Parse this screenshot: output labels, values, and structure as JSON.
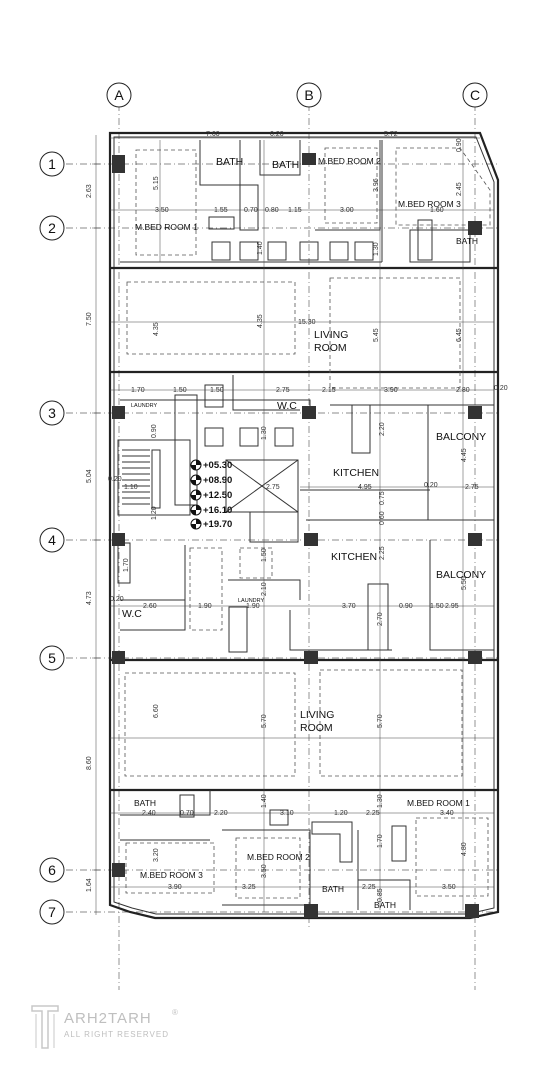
{
  "grid": {
    "columns": [
      "A",
      "B",
      "C"
    ],
    "rows": [
      "1",
      "2",
      "3",
      "4",
      "5",
      "6",
      "7"
    ]
  },
  "rooms": {
    "bath_1": "BATH",
    "bath_2": "BATH",
    "mbed2_top": "M.BED ROOM 2",
    "mbed3_top": "M.BED ROOM 3",
    "bath_3": "BATH",
    "mbed1_top": "M.BED ROOM 1",
    "living_top_1": "LIVING",
    "living_top_2": "ROOM",
    "laundry_top": "LAUNDRY",
    "wc_top": "W.C",
    "balcony_top": "BALCONY",
    "kitchen_top": "KITCHEN",
    "kitchen_bottom": "KITCHEN",
    "balcony_bottom": "BALCONY",
    "laundry_bottom": "LAUNDRY",
    "wc_bottom": "W.C",
    "living_bottom_1": "LIVING",
    "living_bottom_2": "ROOM",
    "bath_4": "BATH",
    "mbed1_bottom": "M.BED ROOM 1",
    "mbed2_bottom": "M.BED ROOM 2",
    "mbed3_bottom": "M.BED ROOM 3",
    "bath_5": "BATH",
    "bath_6": "BATH"
  },
  "levels": [
    "+05.30",
    "+08.90",
    "+12.50",
    "+16.10",
    "+19.70"
  ],
  "dimensions": {
    "top_760": "7.60",
    "top_020": "0.20",
    "top_572": "5.72",
    "r1_350": "3.50",
    "r1_155": "1.55",
    "r1_070": "0.70",
    "r1_080": "0.80",
    "r1_115": "1.15",
    "r1_300": "3.00",
    "r1_160": "1.60",
    "v_515": "5.15",
    "v_396": "3.96",
    "v_130a": "1.30",
    "v_245": "2.45",
    "v_090": "0.90",
    "v_140a": "1.40",
    "liv_530": "15.30",
    "liv_435a": "4.35",
    "liv_435b": "4.35",
    "liv_545": "5.45",
    "liv_645": "6.45",
    "r3_170": "1.70",
    "r3_150": "1.50",
    "r3_150b": "1.50",
    "r3_275": "2.75",
    "r3_215": "2.15",
    "r3_390": "3.90",
    "r3_280": "2.80",
    "r3_020": "0.20",
    "k_495": "4.95",
    "k_020": "0.20",
    "k_275": "2.75",
    "k_275b": "2.75",
    "k_130": "1.30",
    "k_220": "2.20",
    "k_445": "4.45",
    "k_225": "2.25",
    "k_060": "0.60",
    "k_075": "0.75",
    "k_550": "5.50",
    "s_110": "1.10",
    "s_120": "1.20",
    "s_090": "0.90",
    "s_020": "0.20",
    "b_020": "0.20",
    "b_260": "2.60",
    "b_190a": "1.90",
    "b_190b": "1.90",
    "b_370": "3.70",
    "b_090": "0.90",
    "b_150": "1.50",
    "b_295": "2.95",
    "b_270": "2.70",
    "b_210": "2.10",
    "b_170": "1.70",
    "b_150v": "1.50",
    "lb_660": "6.60",
    "lb_570a": "5.70",
    "lb_570b": "5.70",
    "bb_240": "2.40",
    "bb_070": "0.70",
    "bb_220": "2.20",
    "bb_310": "3.10",
    "bb_120": "1.20",
    "bb_225": "2.25",
    "bb_340": "3.40",
    "bb_320": "3.20",
    "bb_390": "3.90",
    "bb_325": "3.25",
    "bb_350v": "3.50",
    "bb_225b": "2.25",
    "bb_350": "3.50",
    "bb_170": "1.70",
    "bb_480": "4.80",
    "bb_085": "0.85",
    "bb_140": "1.40",
    "bb_130": "1.30",
    "left_263": "2.63",
    "left_750": "7.50",
    "left_504": "5.04",
    "left_473": "4.73",
    "left_860": "8.60",
    "left_164": "1.64"
  },
  "logo": {
    "brand": "ARH2TARH",
    "tagline": "ALL RIGHT RESERVED",
    "registered": "®"
  }
}
